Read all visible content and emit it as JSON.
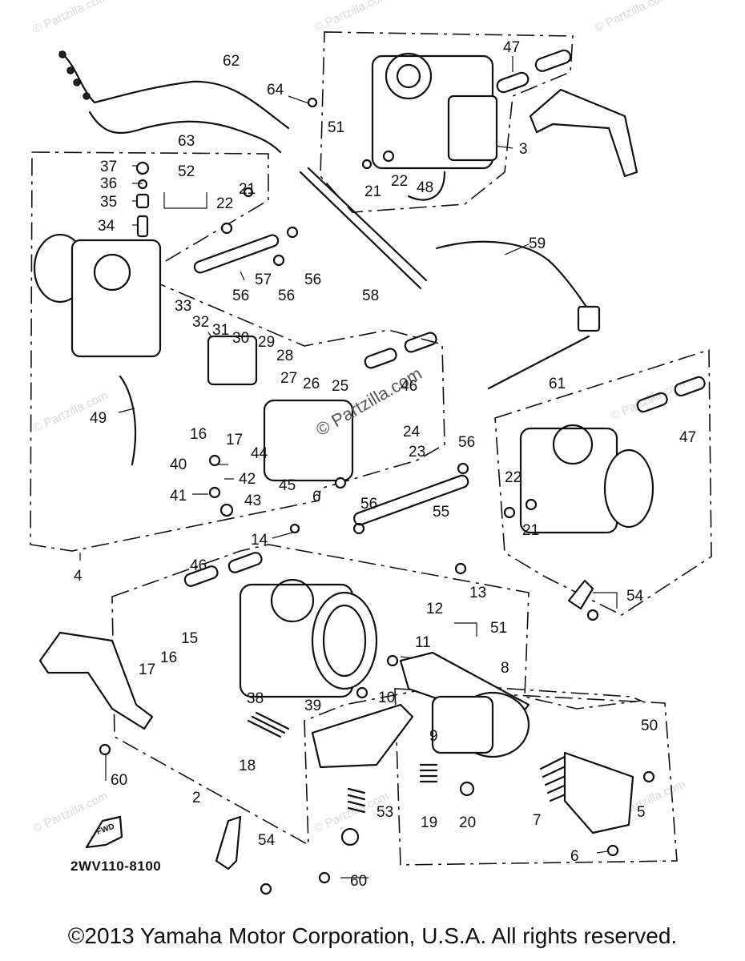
{
  "diagram": {
    "ref_code": "2WV110-8100",
    "copyright": "©2013 Yamaha Motor Corporation, U.S.A. All rights reserved.",
    "watermarks": [
      "© Partzilla.com",
      "© Partzilla.com",
      "© Partzilla.com",
      "© Partzilla.com",
      "© Partzilla.com",
      "© Partzilla.com",
      "© Partzilla.com",
      "© Partzilla.com"
    ],
    "center_watermark": "© Partzilla.com",
    "fwd_label": "FWD",
    "callouts": [
      "62",
      "64",
      "47",
      "63",
      "51",
      "3",
      "37",
      "52",
      "36",
      "21",
      "22",
      "35",
      "22",
      "21",
      "48",
      "34",
      "59",
      "56",
      "57",
      "56",
      "56",
      "58",
      "33",
      "32",
      "31",
      "30",
      "29",
      "28",
      "27",
      "26",
      "25",
      "46",
      "49",
      "61",
      "16",
      "17",
      "24",
      "23",
      "56",
      "47",
      "40",
      "44",
      "42",
      "45",
      "6",
      "22",
      "41",
      "43",
      "56",
      "55",
      "21",
      "14",
      "4",
      "46",
      "13",
      "54",
      "12",
      "51",
      "15",
      "11",
      "8",
      "17",
      "16",
      "38",
      "10",
      "39",
      "9",
      "50",
      "18",
      "60",
      "2",
      "53",
      "19",
      "20",
      "7",
      "5",
      "54",
      "6",
      "60"
    ]
  }
}
